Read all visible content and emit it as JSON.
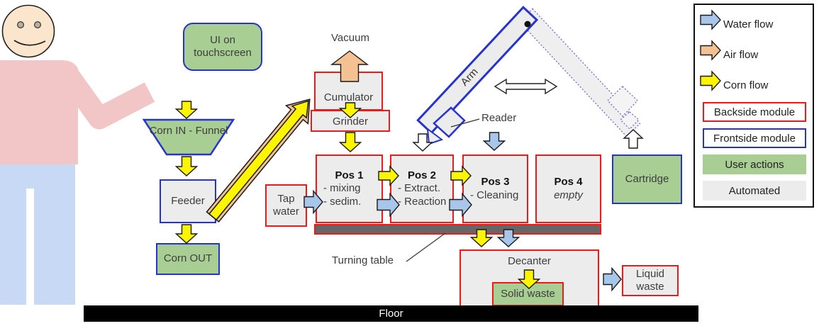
{
  "nodes": {
    "ui_touchscreen": {
      "label": "UI on touchscreen"
    },
    "corn_in_funnel": {
      "label": "Corn IN - Funnel"
    },
    "feeder": {
      "label": "Feeder"
    },
    "corn_out": {
      "label": "Corn OUT"
    },
    "vacuum": {
      "label": "Vacuum"
    },
    "cumulator": {
      "label": "Cumulator"
    },
    "grinder": {
      "label": "Grinder"
    },
    "tap_water": {
      "label": "Tap water"
    },
    "pos1": {
      "title": "Pos 1",
      "line1": "- mixing",
      "line2": "- sedim."
    },
    "pos2": {
      "title": "Pos 2",
      "line1": "- Extract.",
      "line2": "- Reaction"
    },
    "pos3": {
      "title": "Pos 3",
      "line1": "- Cleaning"
    },
    "pos4": {
      "title": "Pos 4",
      "line1": "empty"
    },
    "turning_table": {
      "label": "Turning table"
    },
    "arm": {
      "label": "Arm"
    },
    "reader": {
      "label": "Reader"
    },
    "cartridge": {
      "label": "Cartridge"
    },
    "decanter": {
      "label": "Decanter"
    },
    "solid_waste": {
      "label": "Solid waste"
    },
    "liquid_waste": {
      "label": "Liquid waste"
    },
    "floor": {
      "label": "Floor"
    }
  },
  "legend": {
    "flows": [
      {
        "label": "Water flow",
        "color": "#a8c6ea"
      },
      {
        "label": "Air flow",
        "color": "#f4c292"
      },
      {
        "label": "Corn flow",
        "color": "#fdf500"
      }
    ],
    "modules": [
      {
        "label": "Backside module",
        "style": "red-border"
      },
      {
        "label": "Frontside module",
        "style": "blue-border"
      },
      {
        "label": "User actions",
        "style": "green-fill"
      },
      {
        "label": "Automated",
        "style": "gray-fill"
      }
    ]
  },
  "colors": {
    "water": "#a8c6ea",
    "air": "#f4c292",
    "corn": "#fdf500",
    "neutral": "#ffffff",
    "backside_border": "#ee1a1a",
    "frontside_border": "#2633cc",
    "user_actions_green": "#a8ce93",
    "automated_gray": "#ececec",
    "turning_table_gray": "#666666"
  }
}
